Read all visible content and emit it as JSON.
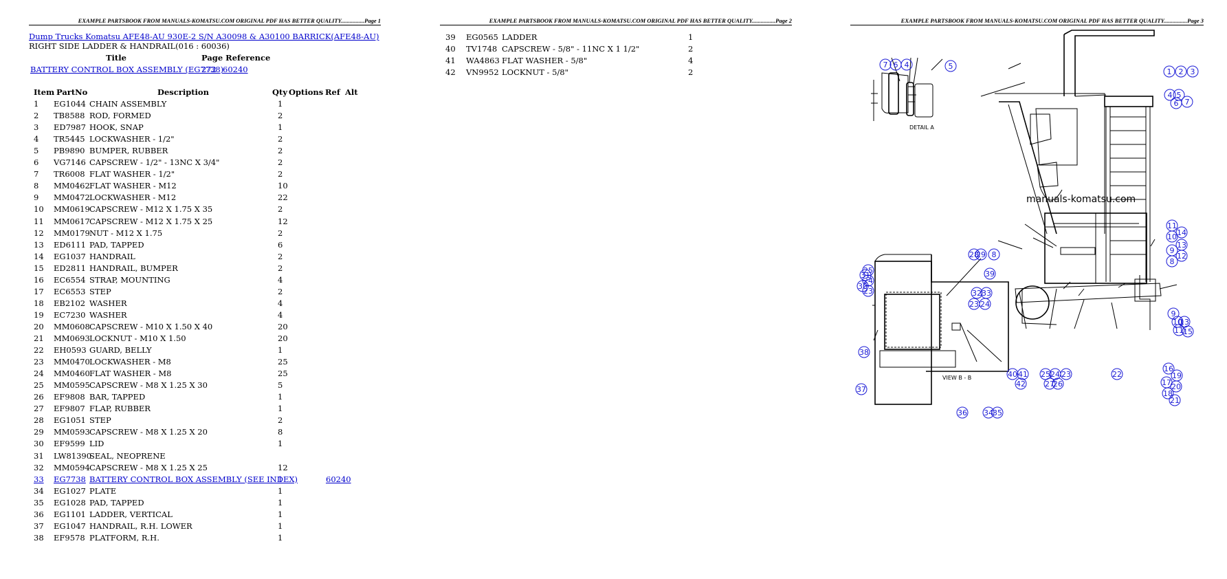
{
  "headers": {
    "page1": "EXAMPLE PARTSBOOK FROM MANUALS-KOMATSU.COM ORIGINAL PDF HAS BETTER QUALITY................Page 1",
    "page2": "EXAMPLE PARTSBOOK FROM MANUALS-KOMATSU.COM ORIGINAL PDF HAS BETTER QUALITY................Page 2",
    "page3": "EXAMPLE PARTSBOOK FROM MANUALS-KOMATSU.COM ORIGINAL PDF HAS BETTER QUALITY................Page 3"
  },
  "document": {
    "title_link": "Dump Trucks Komatsu AFE48-AU 930E-2 S/N A30098 & A30100 BARRICK(AFE48-AU)",
    "subtitle": "RIGHT SIDE LADDER & HANDRAIL(016 : 60036)"
  },
  "reference": {
    "title_header": "Title",
    "page_reference_header": "Page Reference",
    "title": "BATTERY CONTROL BOX ASSEMBLY (EG7738)",
    "page": "272",
    "reference": "60240"
  },
  "columns": {
    "item": "Item",
    "partno": "PartNo",
    "description": "Description",
    "qty": "Qty",
    "options": "Options",
    "ref": "Ref",
    "alt": "Alt"
  },
  "parts_page1": [
    {
      "item": "1",
      "partno": "EG1044",
      "description": "CHAIN ASSEMBLY",
      "qty": "1",
      "ref": ""
    },
    {
      "item": "2",
      "partno": "TB8588",
      "description": "ROD, FORMED",
      "qty": "2",
      "ref": ""
    },
    {
      "item": "3",
      "partno": "ED7987",
      "description": "HOOK, SNAP",
      "qty": "1",
      "ref": ""
    },
    {
      "item": "4",
      "partno": "TR5445",
      "description": "LOCKWASHER - 1/2\"",
      "qty": "2",
      "ref": ""
    },
    {
      "item": "5",
      "partno": "PB9890",
      "description": "BUMPER, RUBBER",
      "qty": "2",
      "ref": ""
    },
    {
      "item": "6",
      "partno": "VG7146",
      "description": "CAPSCREW - 1/2\" - 13NC X 3/4\"",
      "qty": "2",
      "ref": ""
    },
    {
      "item": "7",
      "partno": "TR6008",
      "description": "FLAT WASHER - 1/2\"",
      "qty": "2",
      "ref": ""
    },
    {
      "item": "8",
      "partno": "MM0462",
      "description": "FLAT WASHER - M12",
      "qty": "10",
      "ref": ""
    },
    {
      "item": "9",
      "partno": "MM0472",
      "description": "LOCKWASHER - M12",
      "qty": "22",
      "ref": ""
    },
    {
      "item": "10",
      "partno": "MM0619",
      "description": "CAPSCREW - M12 X 1.75 X 35",
      "qty": "2",
      "ref": ""
    },
    {
      "item": "11",
      "partno": "MM0617",
      "description": "CAPSCREW - M12 X 1.75 X 25",
      "qty": "12",
      "ref": ""
    },
    {
      "item": "12",
      "partno": "MM0179",
      "description": "NUT - M12 X 1.75",
      "qty": "2",
      "ref": ""
    },
    {
      "item": "13",
      "partno": "ED6111",
      "description": "PAD, TAPPED",
      "qty": "6",
      "ref": ""
    },
    {
      "item": "14",
      "partno": "EG1037",
      "description": "HANDRAIL",
      "qty": "2",
      "ref": ""
    },
    {
      "item": "15",
      "partno": "ED2811",
      "description": "HANDRAIL, BUMPER",
      "qty": "2",
      "ref": ""
    },
    {
      "item": "16",
      "partno": "EC6554",
      "description": "STRAP, MOUNTING",
      "qty": "4",
      "ref": ""
    },
    {
      "item": "17",
      "partno": "EC6553",
      "description": "STEP",
      "qty": "2",
      "ref": ""
    },
    {
      "item": "18",
      "partno": "EB2102",
      "description": "WASHER",
      "qty": "4",
      "ref": ""
    },
    {
      "item": "19",
      "partno": "EC7230",
      "description": "WASHER",
      "qty": "4",
      "ref": ""
    },
    {
      "item": "20",
      "partno": "MM0608",
      "description": "CAPSCREW - M10 X 1.50 X 40",
      "qty": "20",
      "ref": ""
    },
    {
      "item": "21",
      "partno": "MM0693",
      "description": "LOCKNUT - M10 X 1.50",
      "qty": "20",
      "ref": ""
    },
    {
      "item": "22",
      "partno": "EH0593",
      "description": "GUARD, BELLY",
      "qty": "1",
      "ref": ""
    },
    {
      "item": "23",
      "partno": "MM0470",
      "description": "LOCKWASHER - M8",
      "qty": "25",
      "ref": ""
    },
    {
      "item": "24",
      "partno": "MM0460",
      "description": "FLAT WASHER - M8",
      "qty": "25",
      "ref": ""
    },
    {
      "item": "25",
      "partno": "MM0595",
      "description": "CAPSCREW - M8 X 1.25 X 30",
      "qty": "5",
      "ref": ""
    },
    {
      "item": "26",
      "partno": "EF9808",
      "description": "BAR, TAPPED",
      "qty": "1",
      "ref": ""
    },
    {
      "item": "27",
      "partno": "EF9807",
      "description": "FLAP, RUBBER",
      "qty": "1",
      "ref": ""
    },
    {
      "item": "28",
      "partno": "EG1051",
      "description": "STEP",
      "qty": "2",
      "ref": ""
    },
    {
      "item": "29",
      "partno": "MM0593",
      "description": "CAPSCREW - M8 X 1.25 X 20",
      "qty": "8",
      "ref": ""
    },
    {
      "item": "30",
      "partno": "EF9599",
      "description": "LID",
      "qty": "1",
      "ref": ""
    },
    {
      "item": "31",
      "partno": "LW81390",
      "description": "SEAL, NEOPRENE",
      "qty": "",
      "ref": ""
    },
    {
      "item": "32",
      "partno": "MM0594",
      "description": "CAPSCREW - M8 X 1.25 X 25",
      "qty": "12",
      "ref": ""
    },
    {
      "item": "33",
      "partno": "EG7738",
      "description": "BATTERY CONTROL BOX ASSEMBLY (SEE INDEX)",
      "qty": "1",
      "ref": "60240",
      "link": true
    },
    {
      "item": "34",
      "partno": "EG1027",
      "description": "PLATE",
      "qty": "1",
      "ref": ""
    },
    {
      "item": "35",
      "partno": "EG1028",
      "description": "PAD, TAPPED",
      "qty": "1",
      "ref": ""
    },
    {
      "item": "36",
      "partno": "EG1101",
      "description": "LADDER, VERTICAL",
      "qty": "1",
      "ref": ""
    },
    {
      "item": "37",
      "partno": "EG1047",
      "description": "HANDRAIL, R.H. LOWER",
      "qty": "1",
      "ref": ""
    },
    {
      "item": "38",
      "partno": "EF9578",
      "description": "PLATFORM, R.H.",
      "qty": "1",
      "ref": ""
    }
  ],
  "parts_page2": [
    {
      "item": "39",
      "partno": "EG0565",
      "description": "LADDER",
      "qty": "1"
    },
    {
      "item": "40",
      "partno": "TV1748",
      "description": "CAPSCREW - 5/8\" - 11NC X 1 1/2\"",
      "qty": "2"
    },
    {
      "item": "41",
      "partno": "WA4863",
      "description": "FLAT WASHER - 5/8\"",
      "qty": "4"
    },
    {
      "item": "42",
      "partno": "VN9952",
      "description": "LOCKNUT - 5/8\"",
      "qty": "2"
    }
  ],
  "diagram": {
    "detail_a_label": "DETAIL A",
    "view_bb_label": "VIEW B - B",
    "watermark": "manuals-komatsu.com",
    "callouts": [
      "7",
      "6",
      "4",
      "5",
      "1",
      "2",
      "3",
      "4",
      "5",
      "6",
      "7",
      "11",
      "14",
      "10",
      "13",
      "9",
      "12",
      "8",
      "28",
      "29",
      "8",
      "31",
      "25",
      "24",
      "30",
      "23",
      "39",
      "32",
      "33",
      "23",
      "24",
      "38",
      "37",
      "40",
      "41",
      "42",
      "25",
      "24",
      "27",
      "26",
      "23",
      "22",
      "9",
      "10",
      "11",
      "13",
      "15",
      "16",
      "19",
      "17",
      "20",
      "18",
      "21",
      "36",
      "34",
      "35"
    ]
  }
}
